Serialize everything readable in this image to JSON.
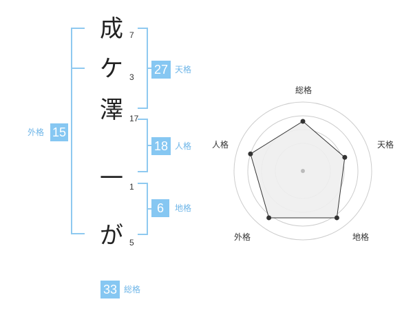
{
  "name": {
    "chars": [
      {
        "char": "成",
        "strokes": "7"
      },
      {
        "char": "ケ",
        "strokes": "3"
      },
      {
        "char": "澤",
        "strokes": "17"
      },
      {
        "char": "一",
        "strokes": "1"
      },
      {
        "char": "が",
        "strokes": "5"
      }
    ]
  },
  "fortune": {
    "tenkaku": {
      "value": "27",
      "label": "天格"
    },
    "jinkaku": {
      "value": "18",
      "label": "人格"
    },
    "chikaku": {
      "value": "6",
      "label": "地格"
    },
    "gaikaku": {
      "value": "15",
      "label": "外格"
    },
    "soukaku": {
      "value": "33",
      "label": "総格"
    }
  },
  "radar": {
    "axes": [
      "総格",
      "天格",
      "地格",
      "外格",
      "人格"
    ],
    "values": [
      0.72,
      0.64,
      0.84,
      0.84,
      0.8
    ],
    "colors": {
      "ring": "#cccccc",
      "fill": "#eeeeee",
      "line": "#333333",
      "point": "#333333",
      "center": "#bbbbbb"
    }
  },
  "colors": {
    "accent": "#86c7f2",
    "bracket": "#8ec9f0"
  }
}
